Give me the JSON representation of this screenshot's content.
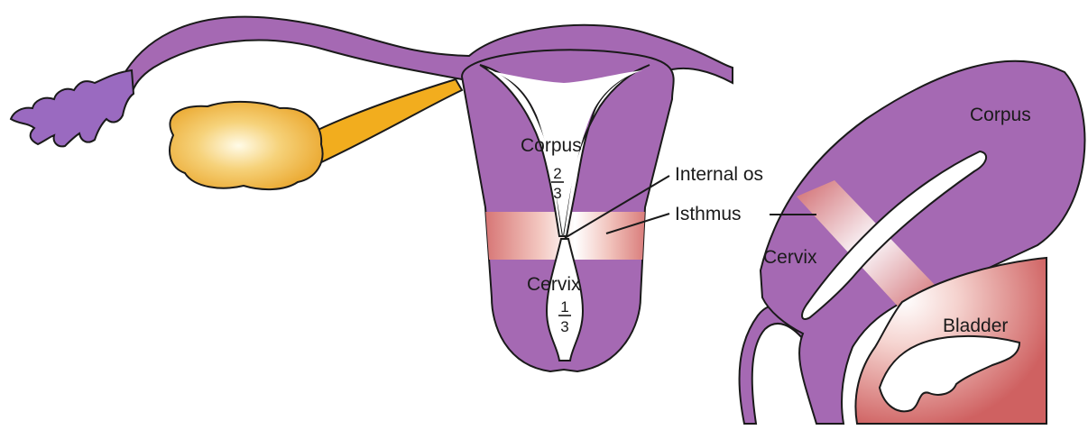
{
  "front_view": {
    "corpus_label": "Corpus",
    "corpus_fraction": {
      "numerator": "2",
      "denominator": "3"
    },
    "cervix_label": "Cervix",
    "cervix_fraction": {
      "numerator": "1",
      "denominator": "3"
    },
    "internal_os_label": "Internal os",
    "isthmus_label": "Isthmus"
  },
  "side_view": {
    "corpus_label": "Corpus",
    "cervix_label": "Cervix",
    "bladder_label": "Bladder"
  },
  "colors": {
    "uterus": "#a569b3",
    "outline": "#1a1a1a",
    "isthmus_band": "#d36b6b",
    "ovary": "#f0b640",
    "ligament": "#f2ad1e",
    "fimbriae": "#9a6ac0",
    "bladder": "#cf6161"
  }
}
